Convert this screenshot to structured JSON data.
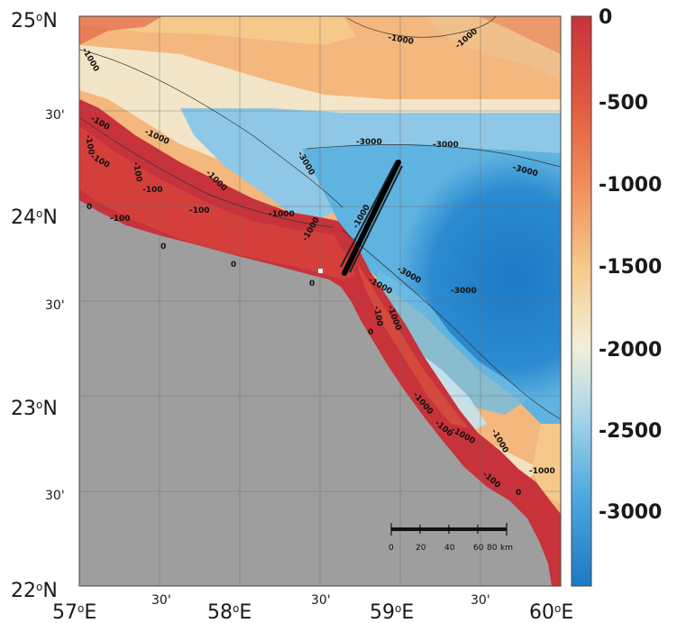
{
  "map": {
    "lat_labels": [
      {
        "text": "25",
        "deg": "o",
        "hemi": "N"
      },
      {
        "text": "30'"
      },
      {
        "text": "24",
        "deg": "o",
        "hemi": "N"
      },
      {
        "text": "30'"
      },
      {
        "text": "23",
        "deg": "o",
        "hemi": "N"
      },
      {
        "text": "30'"
      },
      {
        "text": "22",
        "deg": "o",
        "hemi": "N"
      }
    ],
    "lon_labels": [
      {
        "text": "57",
        "deg": "o",
        "hemi": "E"
      },
      {
        "text": "30'"
      },
      {
        "text": "58",
        "deg": "o",
        "hemi": "E"
      },
      {
        "text": "30'"
      },
      {
        "text": "59",
        "deg": "o",
        "hemi": "E"
      },
      {
        "text": "30'"
      },
      {
        "text": "60",
        "deg": "o",
        "hemi": "E"
      }
    ],
    "extent": {
      "lon": [
        57,
        60
      ],
      "lat": [
        22,
        25
      ]
    },
    "land_color": "#9e9e9e",
    "grid_color": "#6b6b6b",
    "contour_labels": [
      "-1000",
      "-1000",
      "-1000",
      "-1000",
      "-1000",
      "-1000",
      "-1000",
      "-1000",
      "-1000",
      "-3000",
      "-3000",
      "-3000",
      "-3000",
      "-3000",
      "-3000",
      "-100",
      "-100",
      "-100",
      "-100",
      "-100",
      "-100",
      "-100",
      "0",
      "0",
      "0",
      "0",
      "0",
      "0",
      "-100",
      "-100",
      "-100",
      "-1000",
      "-1000",
      "-1000",
      "-1000",
      "-1000"
    ],
    "scale_bar": {
      "ticks": [
        "0",
        "20",
        "40",
        "60",
        "80"
      ],
      "unit": "km"
    },
    "white_marker": "white-square"
  },
  "colorbar": {
    "labels": [
      "0",
      "-500",
      "-1000",
      "-1500",
      "-2000",
      "-2500",
      "-3000"
    ],
    "stops": [
      "#c8323a",
      "#e0593f",
      "#f08f5c",
      "#f6c98b",
      "#f4efd9",
      "#a8d6ea",
      "#4aa6dc",
      "#1d79c6"
    ],
    "range": [
      -3400,
      0
    ]
  }
}
